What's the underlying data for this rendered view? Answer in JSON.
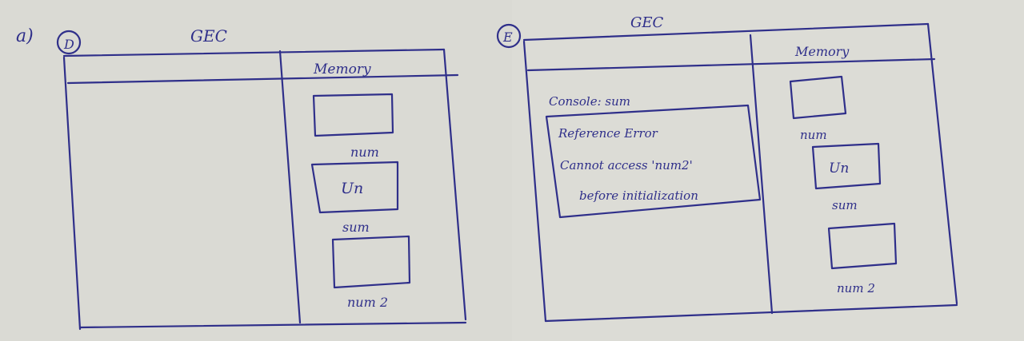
{
  "question_label": "a)",
  "left_diagram": {
    "marker": "D",
    "header": "GEC",
    "memory_title": "Memory",
    "slots": [
      {
        "label": "num",
        "value": ""
      },
      {
        "label": "sum",
        "value": "Un"
      },
      {
        "label": "num 2",
        "value": ""
      }
    ]
  },
  "right_diagram": {
    "marker": "E",
    "header": "GEC",
    "memory_title": "Memory",
    "console_label": "Console: sum",
    "error_lines": [
      "Reference Error",
      "Cannot access 'num2'",
      "before initialization"
    ],
    "slots": [
      {
        "label": "num",
        "value": ""
      },
      {
        "label": "sum",
        "value": "Un"
      },
      {
        "label": "num 2",
        "value": ""
      }
    ]
  },
  "ink_color": "#2f2f8a",
  "paper_color": "#dcdcd6"
}
